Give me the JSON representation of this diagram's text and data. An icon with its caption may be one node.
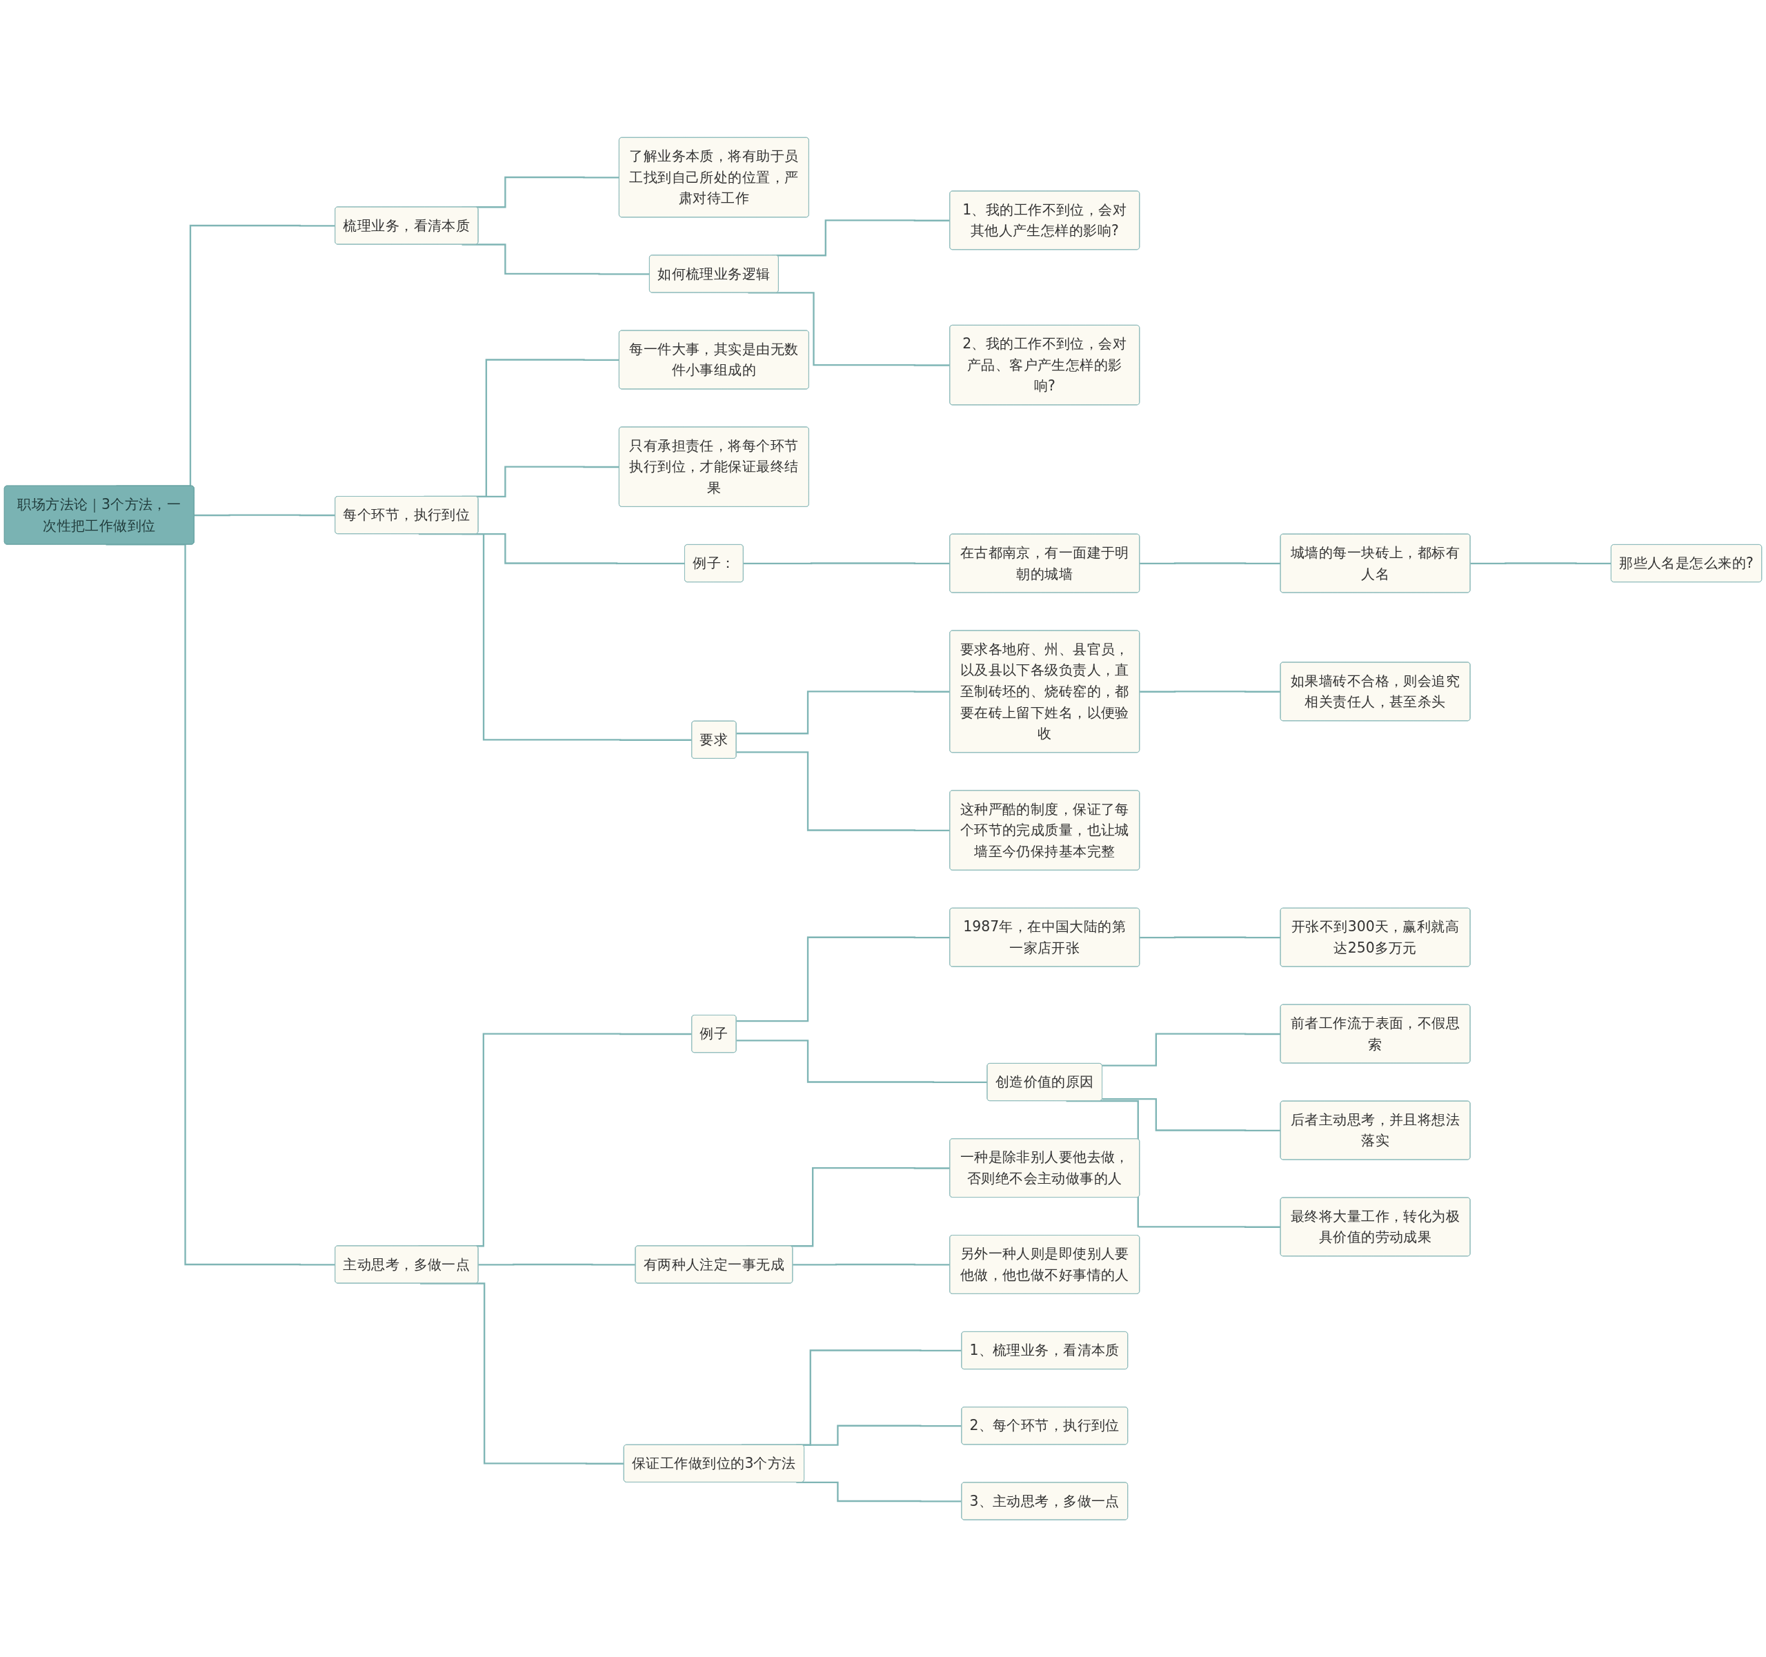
{
  "diagram": {
    "nodes": [
      {
        "text": [
          "职场方法论｜3个方法，一次性把工作做到位"
        ]
      },
      {
        "text": [
          "梳理业务，看清本质"
        ]
      },
      {
        "text": [
          "了解业务本质，将有助于员工找到自己所处的位置，严肃对待工作"
        ]
      },
      {
        "text": [
          "如何梳理业务逻辑"
        ]
      },
      {
        "text": [
          "1、我的工作不到位，会对其他人产生怎样的影响?"
        ]
      },
      {
        "text": [
          "2、我的工作不到位，会对产品、客户产生怎样的影响?"
        ]
      },
      {
        "text": [
          "每个环节，执行到位"
        ]
      },
      {
        "text": [
          "每一件大事，其实是由无数件小事组成的"
        ]
      },
      {
        "text": [
          "只有承担责任，将每个环节执行到位，才能保证最终结果"
        ]
      },
      {
        "text": [
          "例子："
        ]
      },
      {
        "text": [
          "在古都南京，有一面建于明朝的城墙"
        ]
      },
      {
        "text": [
          "城墙的每一块砖上，都标有人名"
        ]
      },
      {
        "text": [
          "那些人名是怎么来的?"
        ]
      },
      {
        "text": [
          "要求"
        ]
      },
      {
        "text": [
          "要求各地府、州、县官员，以及县以下各级负责人，直至制砖坯的、烧砖窑的，都要在砖上留下姓名，以便验收"
        ]
      },
      {
        "text": [
          "如果墙砖不合格，则会追究相关责任人，甚至杀头"
        ]
      },
      {
        "text": [
          "这种严酷的制度，保证了每个环节的完成质量，也让城墙至今仍保持基本完整"
        ]
      },
      {
        "text": [
          "主动思考，多做一点"
        ]
      },
      {
        "text": [
          "例子"
        ]
      },
      {
        "text": [
          "1987年，在中国大陆的第一家店开张"
        ]
      },
      {
        "text": [
          "开张不到300天，赢利就高达250多万元"
        ]
      },
      {
        "text": [
          "创造价值的原因"
        ]
      },
      {
        "text": [
          "前者工作流于表面，不假思索"
        ]
      },
      {
        "text": [
          "后者主动思考，并且将想法落实"
        ]
      },
      {
        "text": [
          "最终将大量工作，转化为极具价值的劳动成果"
        ]
      },
      {
        "text": [
          "有两种人注定一事无成"
        ]
      },
      {
        "text": [
          "一种是除非别人要他去做，否则绝不会主动做事的人"
        ]
      },
      {
        "text": [
          "另外一种人则是即使别人要他做，他也做不好事情的人"
        ]
      },
      {
        "text": [
          "保证工作做到位的3个方法"
        ]
      },
      {
        "text": [
          "1、梳理业务，看清本质"
        ]
      },
      {
        "text": [
          "2、每个环节，执行到位"
        ]
      },
      {
        "text": [
          "3、主动思考，多做一点"
        ]
      }
    ],
    "edges": [
      {
        "from": 0,
        "to": 1,
        "arrow": "none"
      },
      {
        "from": 1,
        "to": 2,
        "arrow": "none"
      },
      {
        "from": 1,
        "to": 3,
        "arrow": "none"
      },
      {
        "from": 3,
        "to": 4,
        "arrow": "none"
      },
      {
        "from": 3,
        "to": 5,
        "arrow": "none"
      },
      {
        "from": 0,
        "to": 6,
        "arrow": "none"
      },
      {
        "from": 6,
        "to": 7,
        "arrow": "none"
      },
      {
        "from": 6,
        "to": 8,
        "arrow": "none"
      },
      {
        "from": 6,
        "to": 9,
        "arrow": "none"
      },
      {
        "from": 9,
        "to": 10,
        "arrow": "none"
      },
      {
        "from": 10,
        "to": 11,
        "arrow": "none"
      },
      {
        "from": 11,
        "to": 12,
        "arrow": "none"
      },
      {
        "from": 6,
        "to": 13,
        "arrow": "none"
      },
      {
        "from": 13,
        "to": 14,
        "arrow": "none"
      },
      {
        "from": 14,
        "to": 15,
        "arrow": "none"
      },
      {
        "from": 13,
        "to": 16,
        "arrow": "none"
      },
      {
        "from": 0,
        "to": 17,
        "arrow": "none"
      },
      {
        "from": 17,
        "to": 18,
        "arrow": "none"
      },
      {
        "from": 18,
        "to": 19,
        "arrow": "none"
      },
      {
        "from": 19,
        "to": 20,
        "arrow": "none"
      },
      {
        "from": 18,
        "to": 21,
        "arrow": "none"
      },
      {
        "from": 21,
        "to": 22,
        "arrow": "none"
      },
      {
        "from": 21,
        "to": 23,
        "arrow": "none"
      },
      {
        "from": 21,
        "to": 24,
        "arrow": "none"
      },
      {
        "from": 17,
        "to": 25,
        "arrow": "none"
      },
      {
        "from": 25,
        "to": 26,
        "arrow": "none"
      },
      {
        "from": 25,
        "to": 27,
        "arrow": "none"
      },
      {
        "from": 17,
        "to": 28,
        "arrow": "none"
      },
      {
        "from": 28,
        "to": 29,
        "arrow": "none"
      },
      {
        "from": 28,
        "to": 30,
        "arrow": "none"
      },
      {
        "from": 28,
        "to": 31,
        "arrow": "none"
      }
    ]
  }
}
